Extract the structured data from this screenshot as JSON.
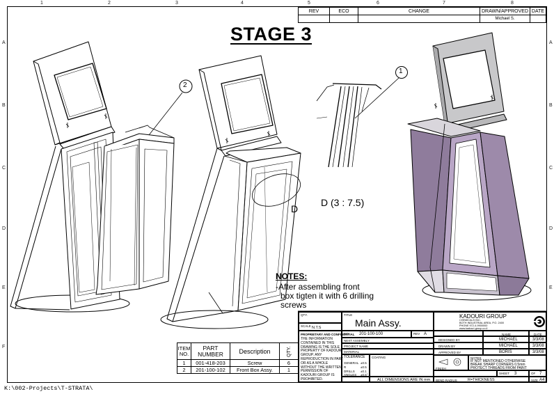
{
  "border_zones": {
    "top": [
      "1",
      "2",
      "3",
      "4",
      "5",
      "6",
      "7",
      "8"
    ],
    "side": [
      "A",
      "B",
      "C",
      "D",
      "E",
      "F"
    ]
  },
  "revision_table": {
    "headers": [
      "REV",
      "ECO",
      "CHANGE",
      "DRAWN/APPROVED",
      "DATE"
    ],
    "row": [
      "",
      "",
      "",
      "Michael S.",
      ""
    ]
  },
  "stage_title": "STAGE 3",
  "balloons": [
    "2",
    "1"
  ],
  "detail": {
    "label": "D",
    "caption": "D  (3 : 7.5)"
  },
  "notes": {
    "heading": "NOTES:",
    "lines": [
      "-After assembling front",
      "box tigten it with 6 drilling",
      "screws"
    ]
  },
  "bom": {
    "headers": {
      "item": [
        "ITEM",
        "NO."
      ],
      "part": [
        "PART",
        "NUMBER"
      ],
      "desc": "Description",
      "qty": "QTY."
    },
    "rows": [
      {
        "item": "1",
        "part": "001-418-203",
        "desc": "Screw",
        "qty": "6"
      },
      {
        "item": "2",
        "part": "201-100-102",
        "desc": "Front Box Assy.",
        "qty": "1"
      }
    ]
  },
  "title_block": {
    "qty_label": "QTY.",
    "title_label": "TITLE",
    "title": "Main Assy.",
    "company": "KADOURI GROUP",
    "company_small": [
      "CHEMICALS INC.",
      "BOTH INDUSTRIAL AREA, P.O. 2400",
      "PHONE 972-4-9900000",
      "www.kadouri-group.co.il"
    ],
    "scale_label": "SCALE",
    "scale": "N.T.S",
    "next_assy_label": "NEXT ASSEMBLY",
    "no_label": "NO.",
    "part_no": "201-100-100",
    "rev_label": "REV",
    "rev": "A",
    "project_label": "PROJECT NAME",
    "material_label": "MATERIAL",
    "tolerance_label": "TOLERANCE",
    "coating_label": "COATING",
    "tol_rows": [
      "GENERAL",
      "R",
      "DRILLS",
      "ANGLES"
    ],
    "tol_vals": [
      "±0.5",
      "±0.5",
      "±0.1",
      "±0.5°"
    ],
    "finish_label": "FINISH",
    "dims_note": "ALL DIMENSIONS ARE IN mm.",
    "bend_label": "BEND RADIUS",
    "thickness": "R=THICKNESS",
    "proprietary_label": "PROPRIETARY AND CONFIDENTIAL",
    "proprietary": [
      "THE INFORMATION",
      "CONTAINED IN THIS",
      "DRAWING IS THE SOLE",
      "PROPERTY OF KADOURI",
      "GROUP. ANY",
      "REPRODUCTION IN PART",
      "OR AS A WHOLE",
      "WITHOUT THE WRITTEN",
      "PERMISSION OF",
      "KADOURI GROUP IS",
      "PROHIBITED."
    ],
    "name_label": "NAME",
    "date_label": "DATE",
    "signoffs": [
      {
        "role": "DESIGNED BY",
        "name": "MICHAEL",
        "date": "3/3/08"
      },
      {
        "role": "DRAWN BY",
        "name": "MICHAEL",
        "date": "3/3/08"
      },
      {
        "role": "APPROVED BY",
        "name": "BORIS",
        "date": "3/3/08"
      }
    ],
    "notes_label": "NOTES",
    "general_notes": [
      "IF NOT MENTIONED OTHERWISE",
      "BREAK SHARP CORNERS 0.5mm",
      "PROTECT THREADS FROM PAINT"
    ],
    "sheet_label": "SHEET",
    "sheet": "3",
    "of_label": "OF",
    "of": "7",
    "size_label": "SIZE",
    "size": "A4"
  },
  "file_path": "K:\\002-Projects\\T-STRATA\\"
}
